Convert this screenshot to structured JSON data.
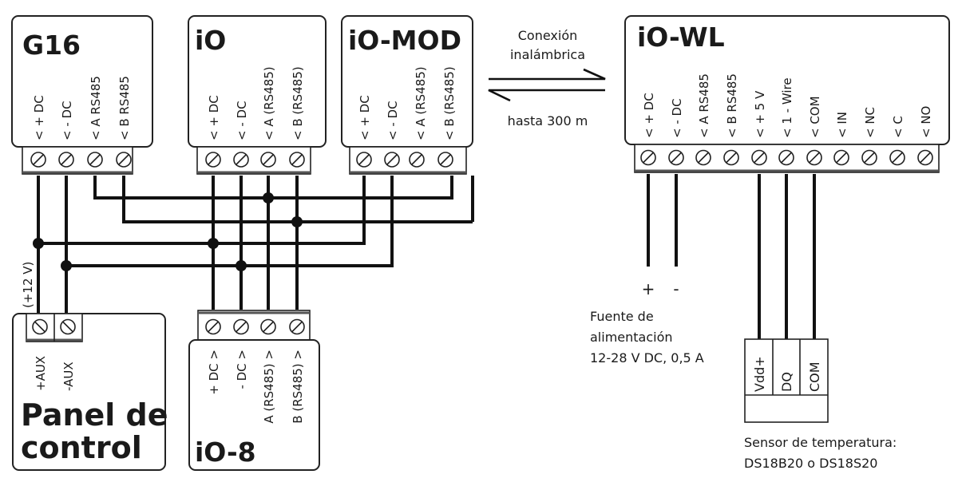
{
  "devices": {
    "g16": {
      "title": "G16",
      "terminals": [
        "< + DC",
        "< - DC",
        "< A RS485",
        "< B RS485"
      ]
    },
    "io": {
      "title": "iO",
      "terminals": [
        "< + DC",
        "< - DC",
        "< A (RS485)",
        "< B (RS485)"
      ]
    },
    "io_mod": {
      "title": "iO-MOD",
      "terminals": [
        "< + DC",
        "< - DC",
        "< A (RS485)",
        "< B (RS485)"
      ]
    },
    "io_wl": {
      "title": "iO-WL",
      "terminals": [
        "< + DC",
        "< - DC",
        "< A RS485",
        "< B RS485",
        "< + 5 V",
        "< 1 - Wire",
        "< COM",
        "< IN",
        "< NC",
        "< C",
        "< NO"
      ]
    },
    "panel": {
      "title_line1": "Panel de",
      "title_line2": "control",
      "terminals": [
        "+AUX",
        "-AUX"
      ],
      "voltage_label": "(+12 V)"
    },
    "io8": {
      "title": "iO-8",
      "terminals": [
        "+ DC >",
        "- DC >",
        "A (RS485) >",
        "B (RS485) >"
      ]
    },
    "sensor": {
      "pins": [
        "Vdd+",
        "DQ",
        "COM"
      ],
      "caption_line1": "Sensor de temperatura:",
      "caption_line2": "DS18B20 o DS18S20"
    }
  },
  "wireless": {
    "label_line1": "Conexión",
    "label_line2": "inalámbrica",
    "range": "hasta 300 m"
  },
  "power_supply": {
    "plus": "+",
    "minus": "-",
    "line1": "Fuente de",
    "line2": "alimentación",
    "line3": "12-28 V DC, 0,5 A"
  },
  "colors": {
    "line": "#111111",
    "background": "#ffffff"
  }
}
